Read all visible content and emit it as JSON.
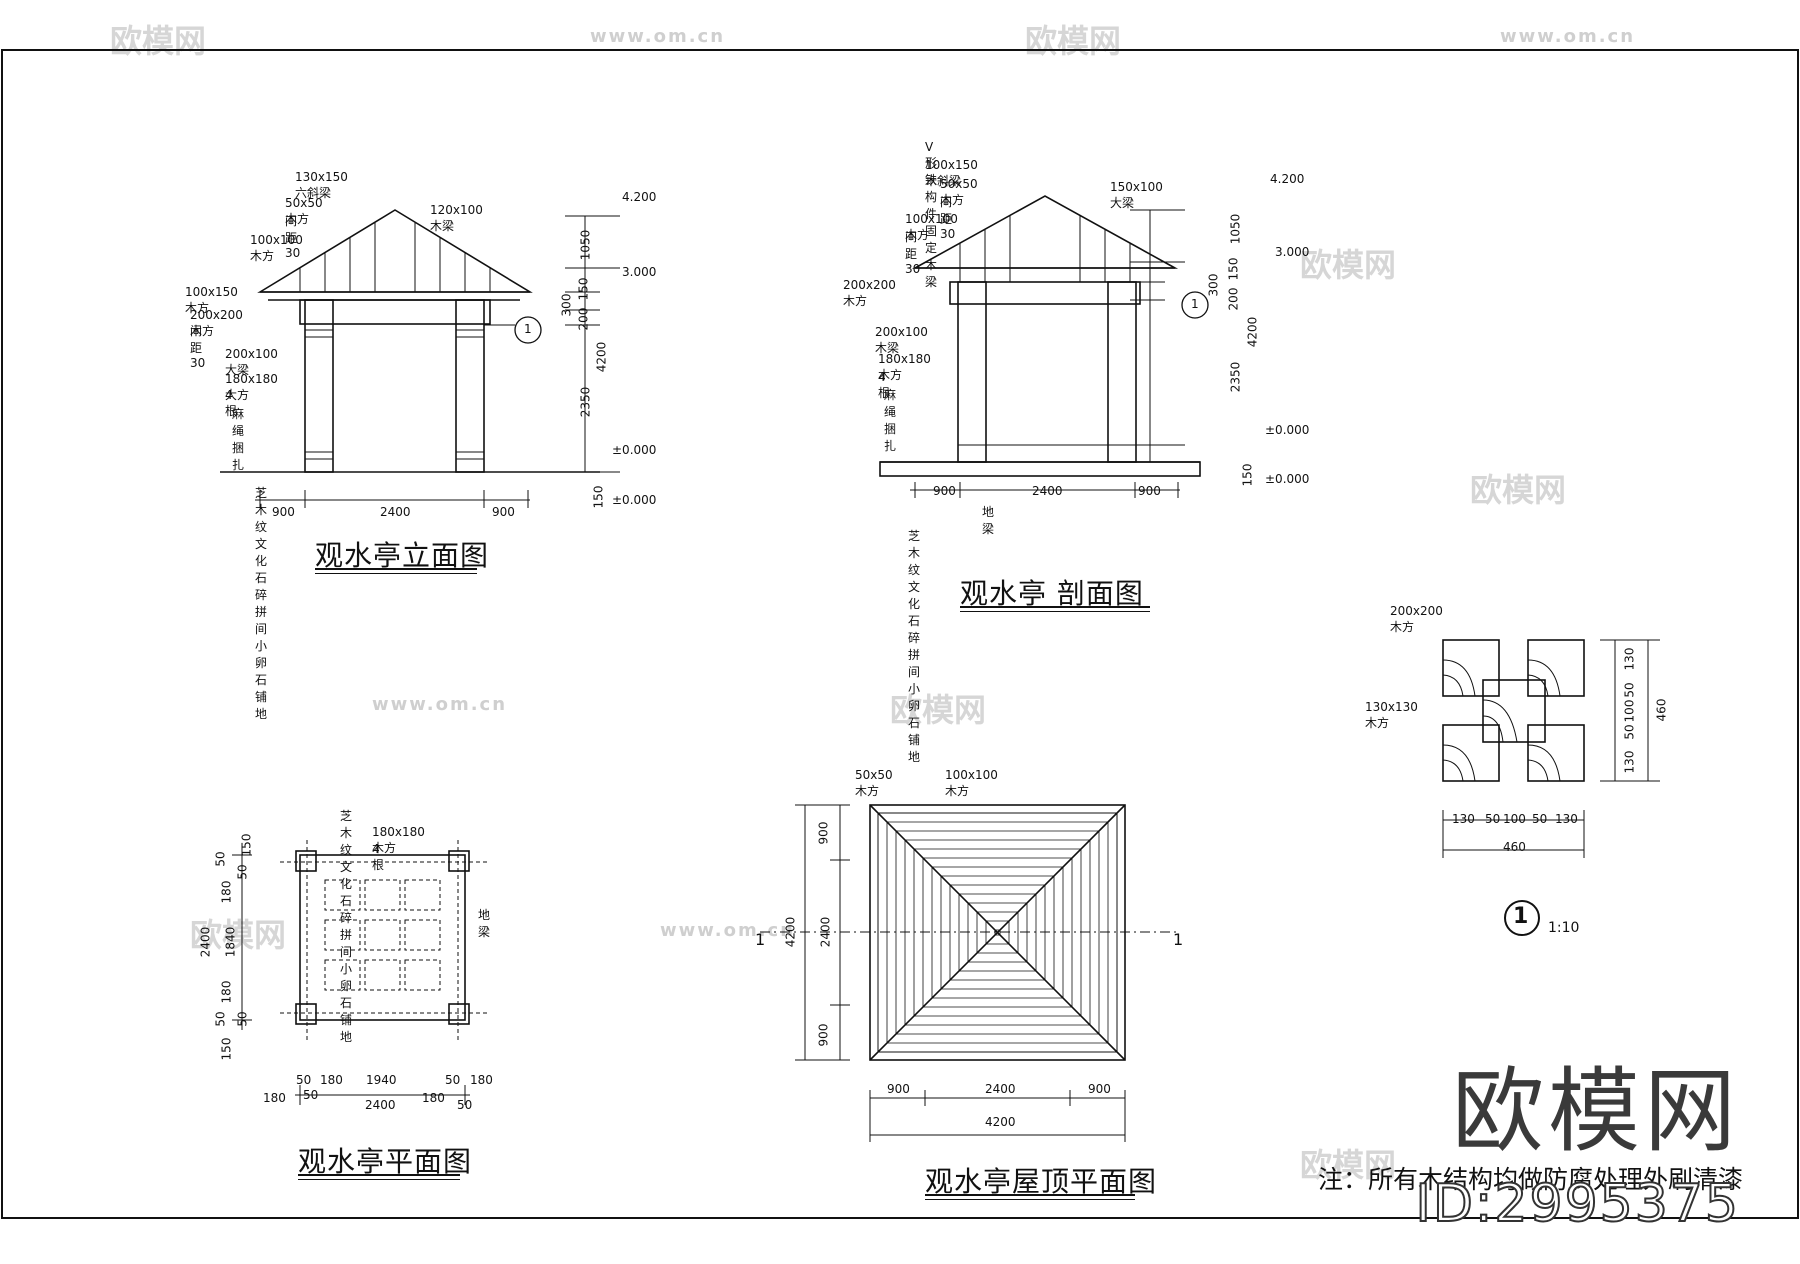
{
  "watermark": {
    "brand": "欧模网",
    "url": "www.om.cn"
  },
  "elevation": {
    "title": "观水亭立面图",
    "labels": {
      "a": "130x150 六斜梁",
      "b": "50x50 木方",
      "c": "间距30",
      "d": "100x100 木方",
      "e": "120x100 木梁",
      "f": "100x150 木方",
      "g": "200x200 木方",
      "h": "间距30",
      "i": "200x100 大梁",
      "j": "180x180 大方",
      "k": "4根",
      "l": "麻绳捆扎",
      "m": "芝木纹文化石碎拼间小卵石铺地"
    },
    "elev_top": "4.200",
    "elev_mid": "3.000",
    "elev_zero": "±0.000",
    "elev_zero2": "±0.000",
    "dims_v": [
      "1050",
      "150",
      "300",
      "200",
      "4200",
      "2350",
      "150"
    ],
    "dims_h": [
      "900",
      "2400",
      "900"
    ],
    "callout": "1"
  },
  "section": {
    "title": "观水亭  剖面图",
    "labels": {
      "a": "V形铁构件固定木梁",
      "b": "100x150 木斜梁",
      "c": "50x50 木方",
      "d": "间距30",
      "e": "100x100 木方",
      "f": "间距30",
      "g": "200x200 木方",
      "h": "200x100 木梁",
      "i": "180x180 木方",
      "j": "4根",
      "k": "麻绳捆扎",
      "l": "150x100 大梁",
      "m": "地梁",
      "n": "芝木纹文化石碎拼间小卵石铺地"
    },
    "elev_top": "4.200",
    "elev_mid": "3.000",
    "elev_zero": "±0.000",
    "elev_zero2": "±0.000",
    "dims_v": [
      "1050",
      "150",
      "300",
      "200",
      "4200",
      "2350",
      "150"
    ],
    "dims_h": [
      "900",
      "2400",
      "900"
    ],
    "callout": "1"
  },
  "plan": {
    "title": "观水亭平面图",
    "labels": {
      "a": "芝木纹文化石碎拼间小卵石铺地",
      "b": "180x180 木方",
      "c": "4根",
      "d": "地梁"
    },
    "dims_v": [
      "50",
      "150",
      "50",
      "180",
      "2400",
      "1840",
      "180",
      "50",
      "50",
      "150"
    ],
    "dims_h_top": [
      "50",
      "180",
      "1940",
      "50",
      "180"
    ],
    "dims_h_bot": [
      "180",
      "50",
      "2400",
      "180",
      "50"
    ]
  },
  "roof": {
    "title": "观水亭屋顶平面图",
    "labels": {
      "a": "50x50 木方",
      "b": "100x100 木方"
    },
    "dims_v": [
      "900",
      "4200",
      "2400",
      "900"
    ],
    "dims_h": [
      "900",
      "2400",
      "900"
    ],
    "dim_total": "4200",
    "cut_left": "1",
    "cut_right": "1"
  },
  "detail": {
    "labels": {
      "a": "200x200 木方",
      "b": "130x130 木方"
    },
    "dims_v": [
      "130",
      "50",
      "100",
      "50",
      "130",
      "460"
    ],
    "dims_h": [
      "130",
      "50",
      "100",
      "50",
      "130"
    ],
    "dim_total": "460",
    "callout": "1",
    "scale": "1:10"
  },
  "note": "注：所有木结构均做防腐处理外刷清漆",
  "brand_text": "欧模网",
  "brand_id": "ID:2995375"
}
